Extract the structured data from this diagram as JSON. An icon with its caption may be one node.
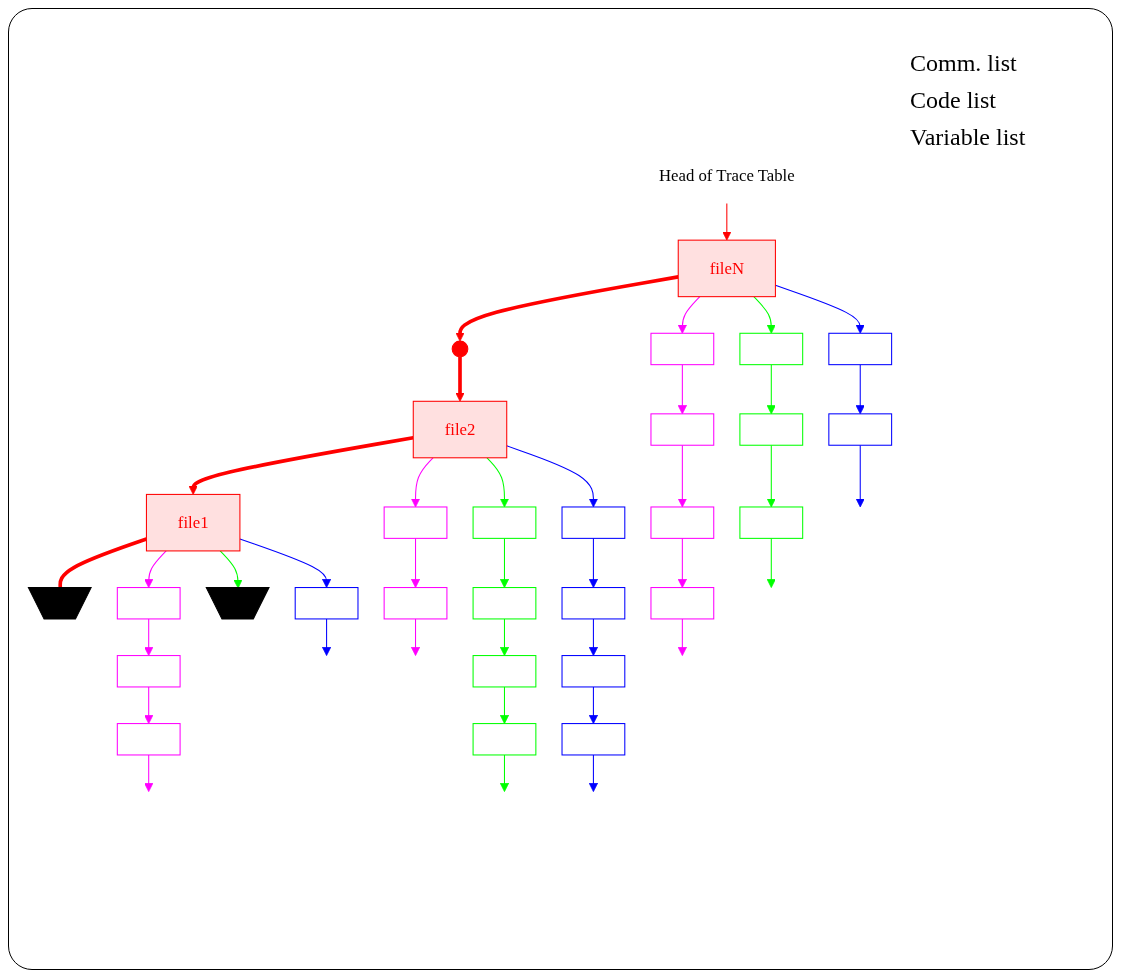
{
  "diagram": {
    "nodes": [
      {
        "text": [
          "Head of Trace Table"
        ]
      },
      {
        "text": [
          "fileN"
        ]
      },
      {
        "text": [],
        "shape": "circle"
      },
      {
        "text": [
          "file2"
        ]
      },
      {
        "text": [
          "file1"
        ]
      },
      {
        "text": [],
        "shape": "ground"
      },
      {
        "text": [],
        "shape": "box"
      },
      {
        "text": [],
        "shape": "box"
      },
      {
        "text": [],
        "shape": "box"
      },
      {
        "text": [],
        "shape": "box"
      },
      {
        "text": [],
        "shape": "box"
      },
      {
        "text": [],
        "shape": "box"
      },
      {
        "text": [],
        "shape": "box"
      },
      {
        "text": [],
        "shape": "box"
      },
      {
        "text": [],
        "shape": "box"
      },
      {
        "text": [],
        "shape": "box"
      },
      {
        "text": [],
        "shape": "box"
      },
      {
        "text": [],
        "shape": "box"
      },
      {
        "text": [],
        "shape": "box"
      },
      {
        "text": [],
        "shape": "box"
      },
      {
        "text": [],
        "shape": "box"
      },
      {
        "text": [],
        "shape": "box"
      },
      {
        "text": [],
        "shape": "box"
      },
      {
        "text": [],
        "shape": "box"
      },
      {
        "text": [],
        "shape": "box"
      },
      {
        "text": [],
        "shape": "box"
      },
      {
        "text": [],
        "shape": "box"
      },
      {
        "text": [],
        "shape": "box"
      },
      {
        "text": [],
        "shape": "ground"
      },
      {
        "text": [],
        "shape": "box"
      }
    ],
    "edges": [
      {
        "from": 0,
        "to": 1,
        "arrow": "to",
        "color": "#ff0000"
      },
      {
        "from": 1,
        "to": 2,
        "arrow": "to",
        "color": "#ff0000",
        "style": "thick"
      },
      {
        "from": 2,
        "to": 3,
        "arrow": "to",
        "color": "#ff0000",
        "style": "thick"
      },
      {
        "from": 3,
        "to": 4,
        "arrow": "to",
        "color": "#ff0000",
        "style": "thick"
      },
      {
        "from": 4,
        "to": 5,
        "arrow": "none",
        "color": "#ff0000",
        "style": "thick"
      },
      {
        "from": 1,
        "to": 6,
        "arrow": "to",
        "color": "#ff00ff"
      },
      {
        "from": 6,
        "to": 7,
        "arrow": "to",
        "color": "#ff00ff"
      },
      {
        "from": 7,
        "to": 8,
        "arrow": "to",
        "color": "#ff00ff"
      },
      {
        "from": 8,
        "to": 9,
        "arrow": "to",
        "color": "#ff00ff"
      },
      {
        "from": 9,
        "to": null,
        "arrow": "to",
        "color": "#ff00ff"
      },
      {
        "from": 1,
        "to": 10,
        "arrow": "to",
        "color": "#00ff00"
      },
      {
        "from": 10,
        "to": 11,
        "arrow": "to",
        "color": "#00ff00"
      },
      {
        "from": 11,
        "to": 12,
        "arrow": "to",
        "color": "#00ff00"
      },
      {
        "from": 12,
        "to": null,
        "arrow": "to",
        "color": "#00ff00"
      },
      {
        "from": 1,
        "to": 13,
        "arrow": "to",
        "color": "#0000ff"
      },
      {
        "from": 13,
        "to": 14,
        "arrow": "to",
        "color": "#0000ff"
      },
      {
        "from": 14,
        "to": null,
        "arrow": "to",
        "color": "#0000ff"
      },
      {
        "from": 3,
        "to": 15,
        "arrow": "to",
        "color": "#ff00ff"
      },
      {
        "from": 15,
        "to": 16,
        "arrow": "to",
        "color": "#ff00ff"
      },
      {
        "from": 16,
        "to": null,
        "arrow": "to",
        "color": "#ff00ff"
      },
      {
        "from": 3,
        "to": 17,
        "arrow": "to",
        "color": "#00ff00"
      },
      {
        "from": 17,
        "to": 18,
        "arrow": "to",
        "color": "#00ff00"
      },
      {
        "from": 18,
        "to": 19,
        "arrow": "to",
        "color": "#00ff00"
      },
      {
        "from": 19,
        "to": 20,
        "arrow": "to",
        "color": "#00ff00"
      },
      {
        "from": 20,
        "to": null,
        "arrow": "to",
        "color": "#00ff00"
      },
      {
        "from": 3,
        "to": 21,
        "arrow": "to",
        "color": "#0000ff"
      },
      {
        "from": 21,
        "to": 22,
        "arrow": "to",
        "color": "#0000ff"
      },
      {
        "from": 22,
        "to": 23,
        "arrow": "to",
        "color": "#0000ff"
      },
      {
        "from": 23,
        "to": 24,
        "arrow": "to",
        "color": "#0000ff"
      },
      {
        "from": 24,
        "to": null,
        "arrow": "to",
        "color": "#0000ff"
      },
      {
        "from": 4,
        "to": 25,
        "arrow": "to",
        "color": "#ff00ff"
      },
      {
        "from": 25,
        "to": 26,
        "arrow": "to",
        "color": "#ff00ff"
      },
      {
        "from": 26,
        "to": 27,
        "arrow": "to",
        "color": "#ff00ff"
      },
      {
        "from": 27,
        "to": null,
        "arrow": "to",
        "color": "#ff00ff"
      },
      {
        "from": 4,
        "to": 28,
        "arrow": "to",
        "color": "#00ff00"
      },
      {
        "from": 4,
        "to": 29,
        "arrow": "to",
        "color": "#0000ff"
      },
      {
        "from": 29,
        "to": null,
        "arrow": "to",
        "color": "#0000ff"
      }
    ],
    "labels": [
      "Comm. list",
      "Code list",
      "Variable list"
    ]
  }
}
